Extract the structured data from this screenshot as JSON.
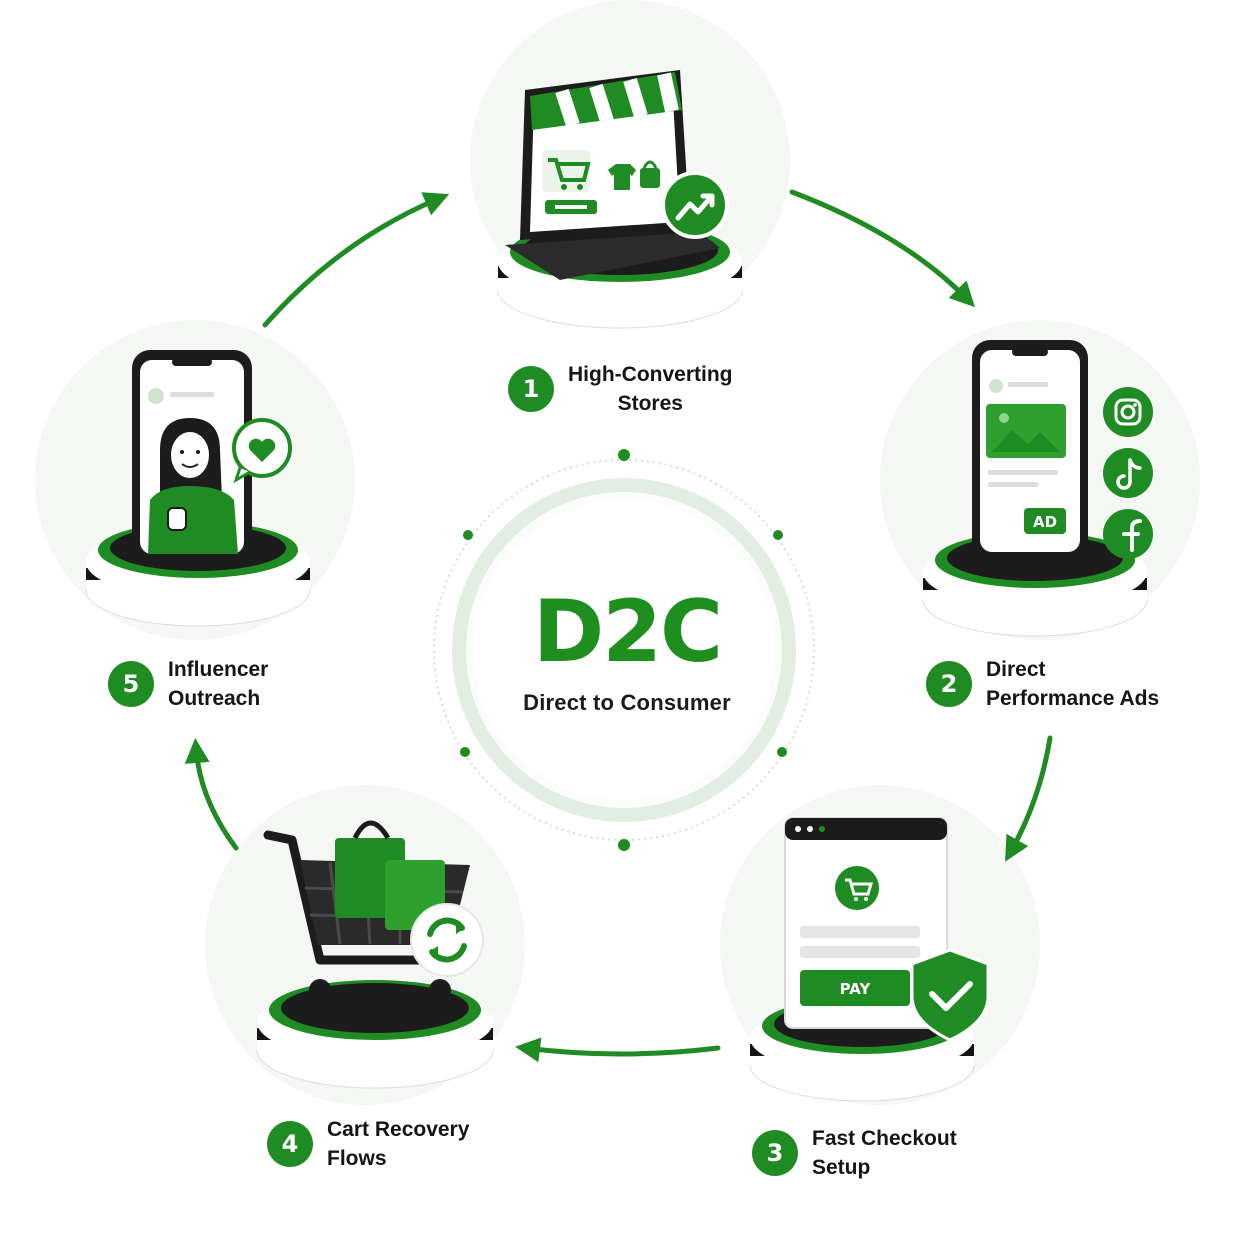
{
  "center": {
    "title": "D2C",
    "subtitle": "Direct to Consumer"
  },
  "steps": [
    {
      "number": "1",
      "line1": "High-Converting",
      "line2": "Stores",
      "icon": "laptop-storefront-icon"
    },
    {
      "number": "2",
      "line1": "Direct",
      "line2": "Performance Ads",
      "icon": "smartphone-ad-icon"
    },
    {
      "number": "3",
      "line1": "Fast Checkout",
      "line2": "Setup",
      "icon": "checkout-window-icon"
    },
    {
      "number": "4",
      "line1": "Cart Recovery",
      "line2": "Flows",
      "icon": "shopping-cart-icon"
    },
    {
      "number": "5",
      "line1": "Influencer",
      "line2": "Outreach",
      "icon": "influencer-phone-icon"
    }
  ],
  "badges": {
    "ad_label": "AD",
    "pay_label": "PAY",
    "social_icons": [
      "instagram-icon",
      "tiktok-icon",
      "facebook-icon"
    ]
  },
  "colors": {
    "primary_green": "#1f8b23",
    "dark": "#1c1c1c",
    "light_bg": "#f3f6f3"
  }
}
